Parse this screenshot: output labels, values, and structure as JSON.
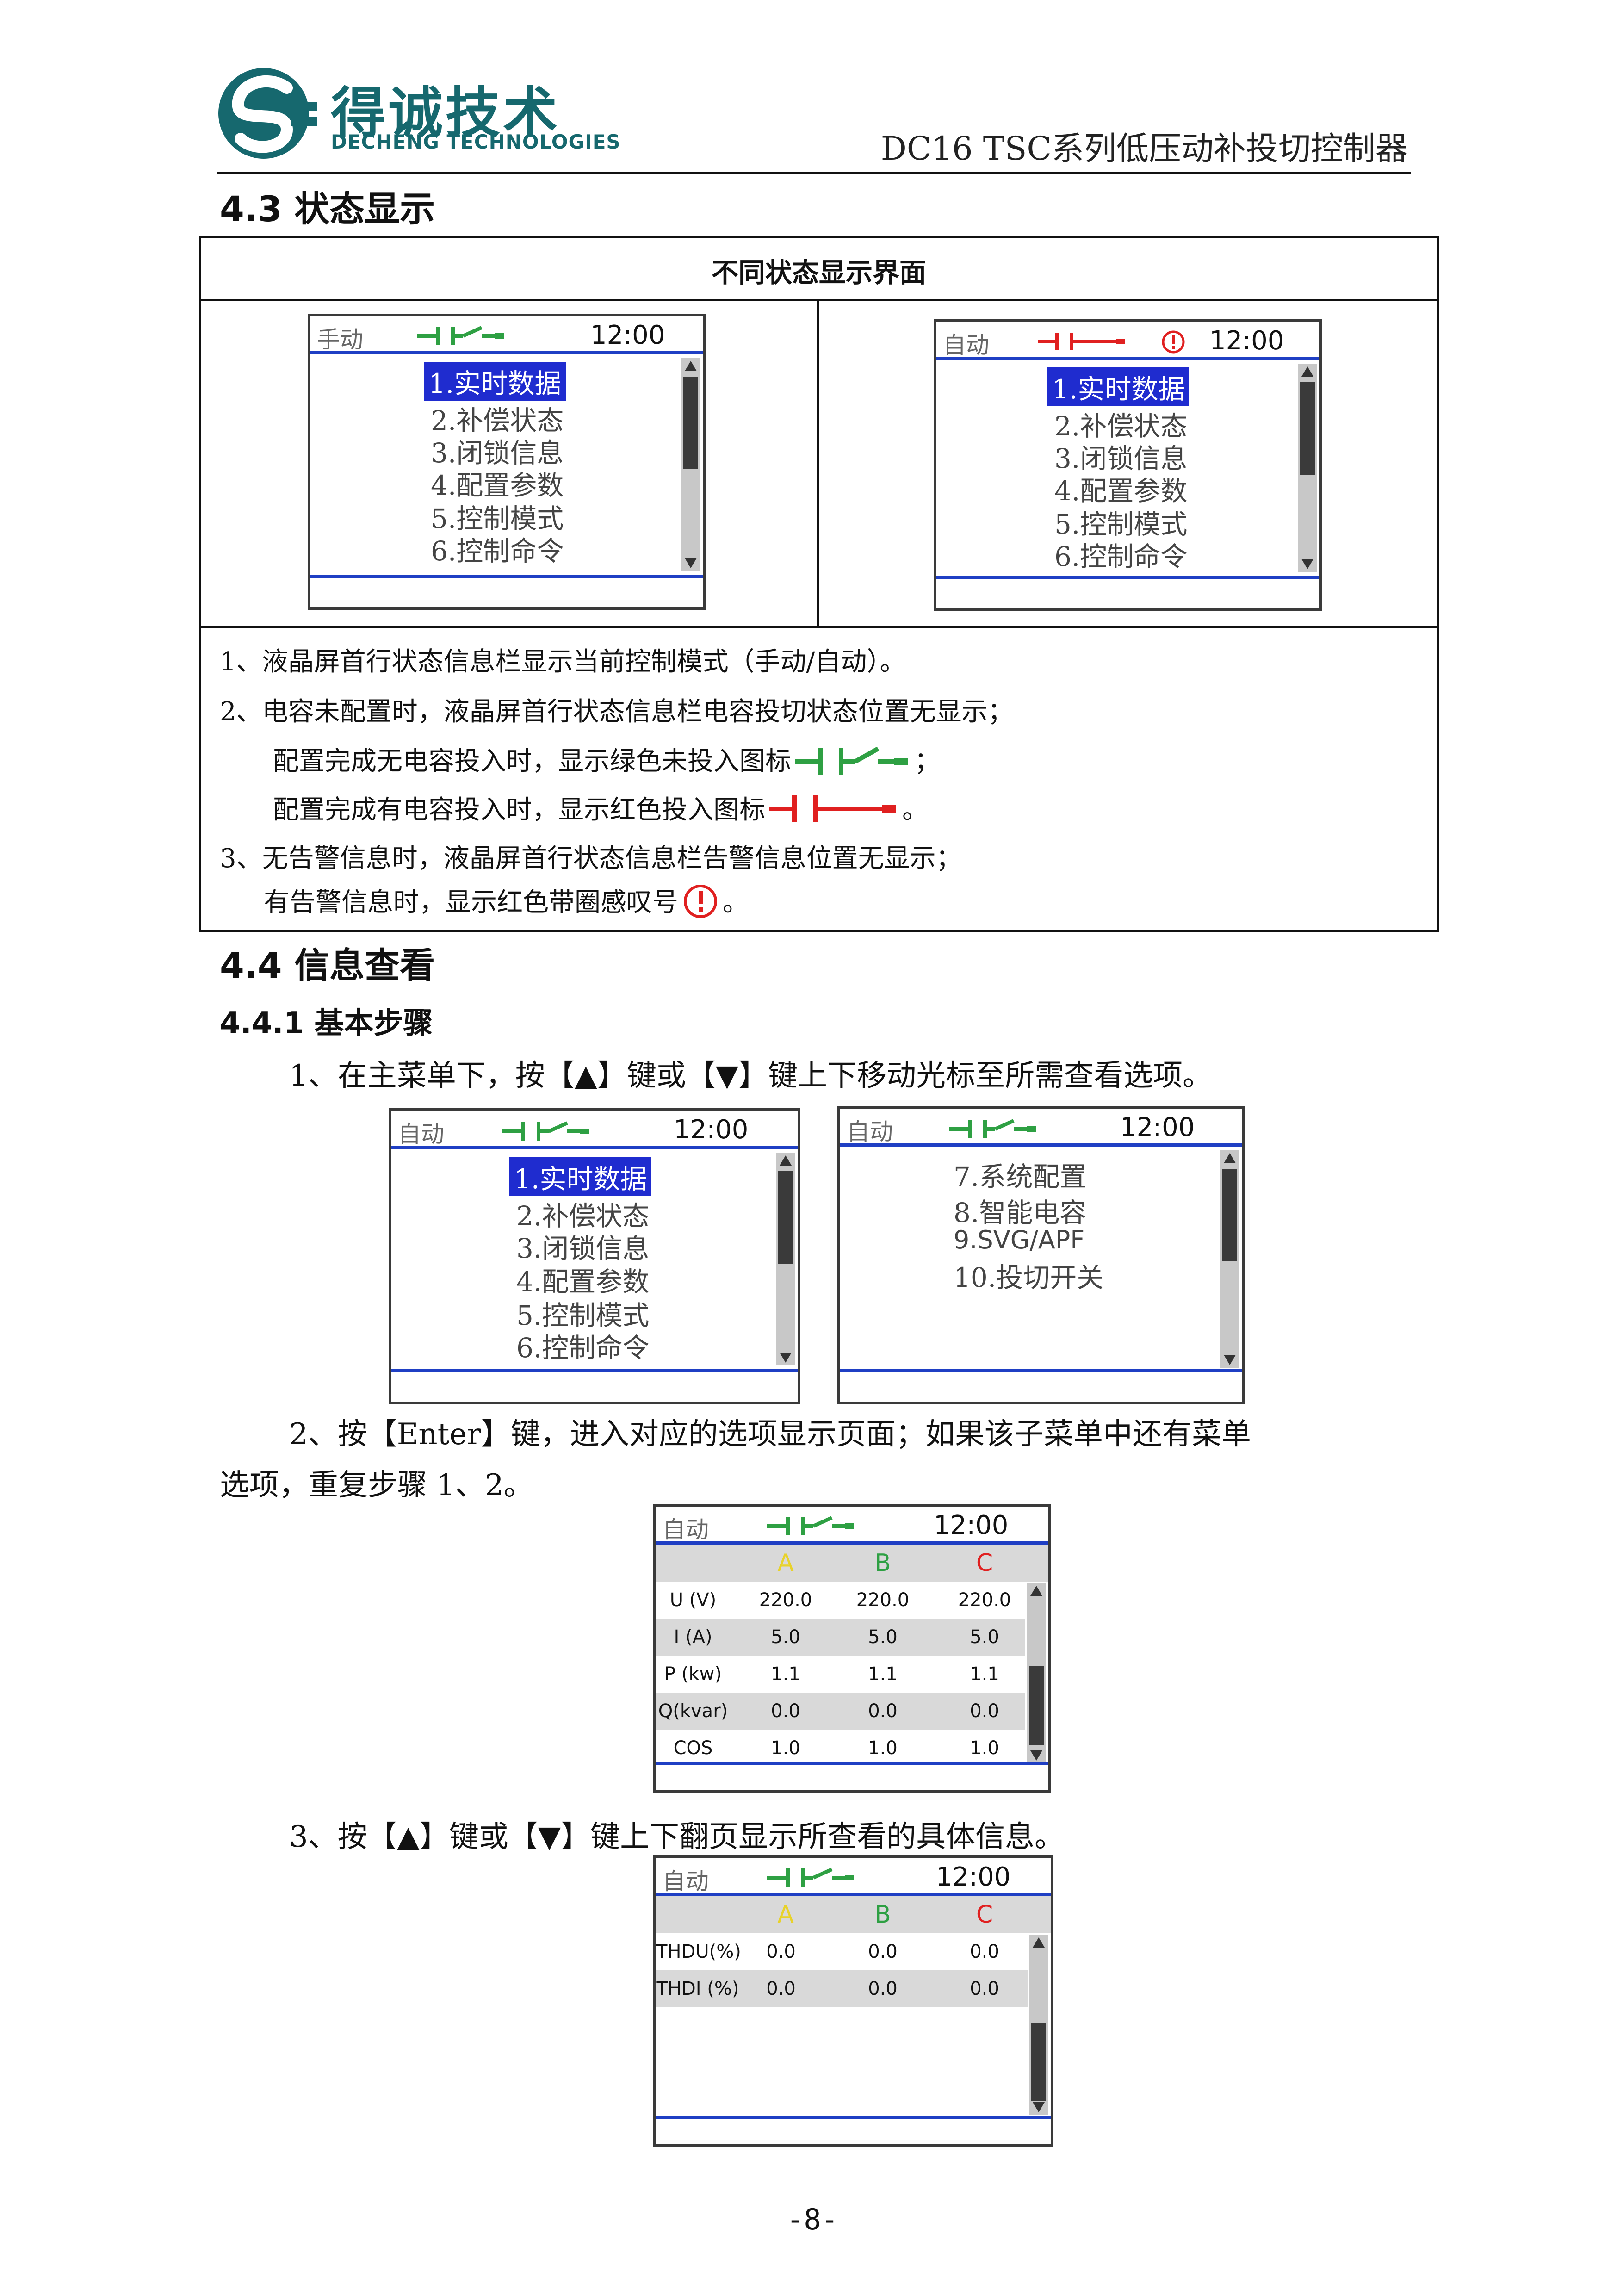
{
  "header": {
    "company_cn": "得诚技术",
    "company_en": "DECHENG TECHNOLOGIES",
    "doc_title": "DC16 TSC系列低压动补投切控制器"
  },
  "section_43": {
    "title": "4.3 状态显示",
    "table_header": "不同状态显示界面",
    "screen_left": {
      "mode": "手动",
      "time": "12:00",
      "items": [
        "1.实时数据",
        "2.补偿状态",
        "3.闭锁信息",
        "4.配置参数",
        "5.控制模式",
        "6.控制命令"
      ]
    },
    "screen_right": {
      "mode": "自动",
      "time": "12:00",
      "items": [
        "1.实时数据",
        "2.补偿状态",
        "3.闭锁信息",
        "4.配置参数",
        "5.控制模式",
        "6.控制命令"
      ]
    },
    "notes": {
      "n1": "1、液晶屏首行状态信息栏显示当前控制模式（手动/自动）。",
      "n2": "2、电容未配置时，液晶屏首行状态信息栏电容投切状态位置无显示；",
      "n2a_before": "配置完成无电容投入时，显示绿色未投入图标",
      "n2a_after": "；",
      "n2b_before": "配置完成有电容投入时，显示红色投入图标",
      "n2b_after": "。",
      "n3": "3、无告警信息时，液晶屏首行状态信息栏告警信息位置无显示；",
      "n3a_before": "有告警信息时，显示红色带圈感叹号",
      "n3a_after": "。"
    }
  },
  "section_44": {
    "title": "4.4 信息查看",
    "sub_title": "4.4.1 基本步骤",
    "step1": "1、在主菜单下，按【▲】键或【▼】键上下移动光标至所需查看选项。",
    "step1_screen_a": {
      "mode": "自动",
      "time": "12:00",
      "items": [
        "1.实时数据",
        "2.补偿状态",
        "3.闭锁信息",
        "4.配置参数",
        "5.控制模式",
        "6.控制命令"
      ]
    },
    "step1_screen_b": {
      "mode": "自动",
      "time": "12:00",
      "items": [
        "7.系统配置",
        "8.智能电容",
        "9.SVG/APF",
        "10.投切开关"
      ]
    },
    "step2_line1": "2、按【Enter】键，进入对应的选项显示页面；如果该子菜单中还有菜单",
    "step2_line2": "选项，重复步骤 1、2。",
    "step2_screen": {
      "mode": "自动",
      "time": "12:00",
      "phases": [
        "A",
        "B",
        "C"
      ],
      "rows": [
        {
          "label": "U (V)",
          "a": "220.0",
          "b": "220.0",
          "c": "220.0"
        },
        {
          "label": "I (A)",
          "a": "5.0",
          "b": "5.0",
          "c": "5.0"
        },
        {
          "label": "P (kw)",
          "a": "1.1",
          "b": "1.1",
          "c": "1.1"
        },
        {
          "label": "Q(kvar)",
          "a": "0.0",
          "b": "0.0",
          "c": "0.0"
        },
        {
          "label": "COS",
          "a": "1.0",
          "b": "1.0",
          "c": "1.0"
        }
      ]
    },
    "step3": "3、按【▲】键或【▼】键上下翻页显示所查看的具体信息。",
    "step3_screen": {
      "mode": "自动",
      "time": "12:00",
      "phases": [
        "A",
        "B",
        "C"
      ],
      "rows": [
        {
          "label": "THDU(%)",
          "a": "0.0",
          "b": "0.0",
          "c": "0.0"
        },
        {
          "label": "THDI (%)",
          "a": "0.0",
          "b": "0.0",
          "c": "0.0"
        }
      ]
    }
  },
  "page_number": "-8-",
  "colors": {
    "brand_teal": "#16686e",
    "lcd_blue": "#1f3fc4",
    "status_green": "#2ea043",
    "status_red": "#e02020",
    "phase_a": "#e8d22a",
    "phase_b": "#2ea043",
    "phase_c": "#e02020"
  }
}
